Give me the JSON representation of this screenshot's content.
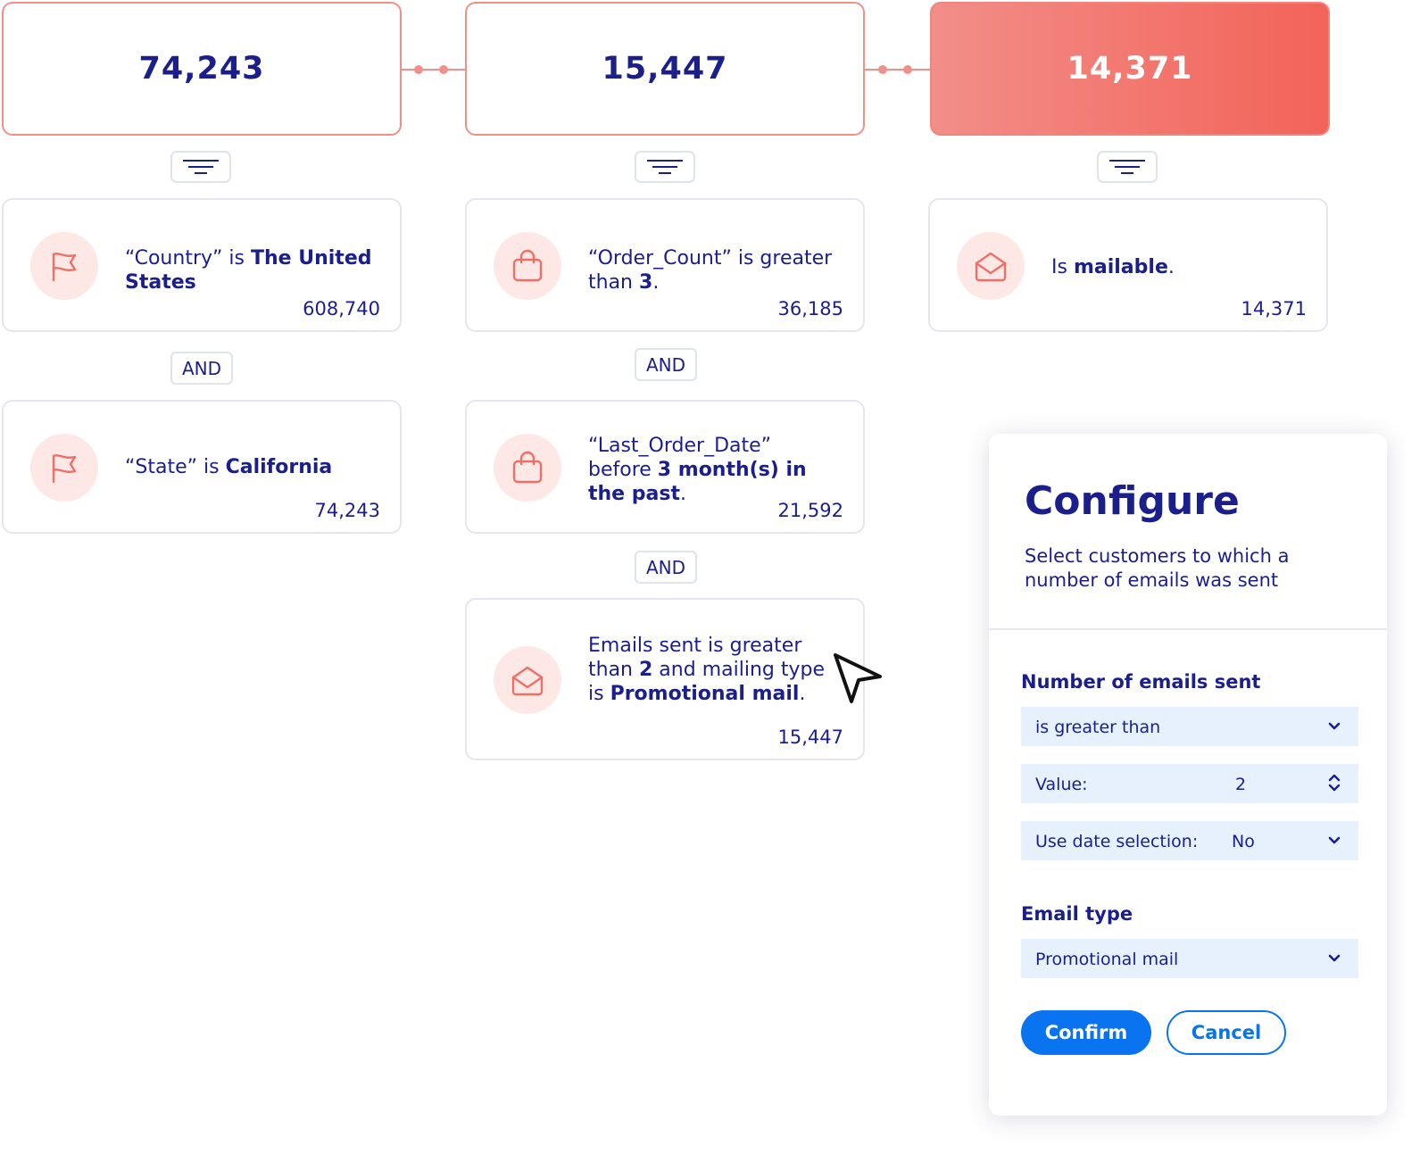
{
  "colors": {
    "accent": "#f19089",
    "accent_strong": "#f26359",
    "navy_text": "#1a1f8c",
    "primary_button": "#0a74f0",
    "field_background": "#e6f1fd",
    "icon_circle": "#fde8e6"
  },
  "funnel": {
    "counts": [
      "74,243",
      "15,447",
      "14,371"
    ],
    "active_index": 2
  },
  "columns": [
    {
      "conditions": [
        {
          "icon": "flag-icon",
          "pre": "“Country” is ",
          "bold": "The United States",
          "post": "",
          "count": "608,740"
        },
        {
          "icon": "flag-icon",
          "pre": "“State” is ",
          "bold": "California",
          "post": "",
          "count": "74,243"
        }
      ],
      "and_labels": [
        "AND"
      ]
    },
    {
      "conditions": [
        {
          "icon": "shopping-bag-icon",
          "pre": "“Order_Count” is greater than ",
          "bold": "3",
          "post": ".",
          "count": "36,185"
        },
        {
          "icon": "shopping-bag-icon",
          "pre": "“Last_Order_Date” before ",
          "bold": "3 month(s) in the past",
          "post": ".",
          "count": "21,592"
        },
        {
          "icon": "envelope-icon",
          "pre": "Emails sent is greater than ",
          "bold": "2",
          "mid": " and mailing type is ",
          "bold2": "Promotional mail",
          "post": ".",
          "count": "15,447"
        }
      ],
      "and_labels": [
        "AND",
        "AND"
      ]
    },
    {
      "conditions": [
        {
          "icon": "envelope-icon",
          "pre": "Is ",
          "bold": "mailable",
          "post": ".",
          "count": "14,371"
        }
      ],
      "and_labels": []
    }
  ],
  "configure": {
    "title": "Configure",
    "description": "Select customers to which a number of emails was sent",
    "number_section_label": "Number of emails sent",
    "operator_select": "is greater than",
    "value_label": "Value:",
    "value": "2",
    "date_selection_label": "Use date selection:",
    "date_selection_value": "No",
    "email_type_label": "Email type",
    "email_type_select": "Promotional mail",
    "confirm_label": "Confirm",
    "cancel_label": "Cancel"
  }
}
